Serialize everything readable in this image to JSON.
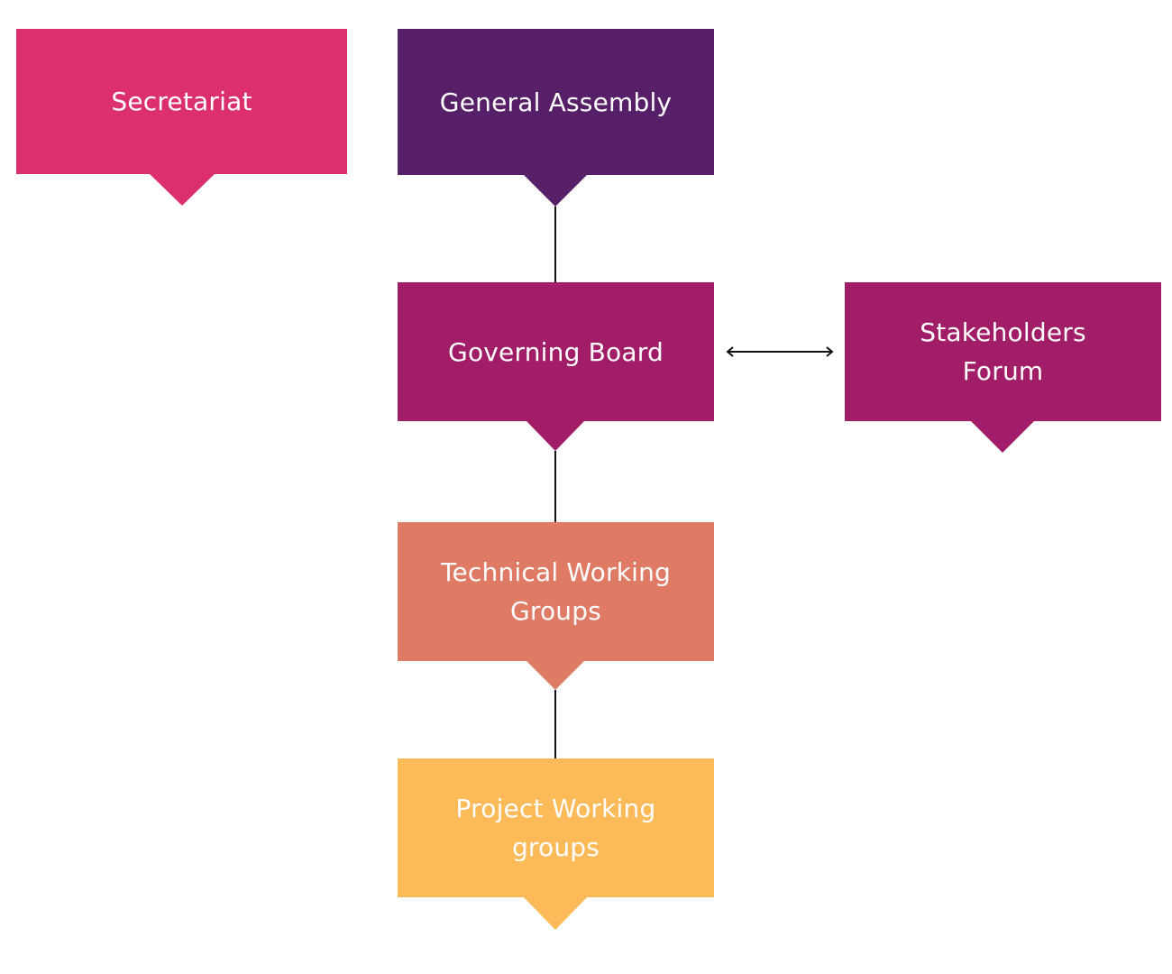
{
  "diagram": {
    "nodes": {
      "secretariat": {
        "label": "Secretariat",
        "color": "#dc2f6e"
      },
      "general_assembly": {
        "label": "General Assembly",
        "color": "#561f67"
      },
      "governing_board": {
        "label": "Governing Board",
        "color": "#a11d68"
      },
      "stakeholders_forum": {
        "label": "Stakeholders Forum",
        "color": "#a11d68"
      },
      "technical_working_groups": {
        "label": "Technical Working Groups",
        "color": "#df7a64"
      },
      "project_working_groups": {
        "label": "Project Working groups",
        "color": "#fdba58"
      }
    },
    "edges": [
      {
        "from": "general_assembly",
        "to": "governing_board",
        "style": "line"
      },
      {
        "from": "governing_board",
        "to": "stakeholders_forum",
        "style": "double-arrow"
      },
      {
        "from": "governing_board",
        "to": "technical_working_groups",
        "style": "line"
      },
      {
        "from": "technical_working_groups",
        "to": "project_working_groups",
        "style": "line"
      }
    ],
    "line_color": "#111111",
    "background": "#ffffff"
  }
}
